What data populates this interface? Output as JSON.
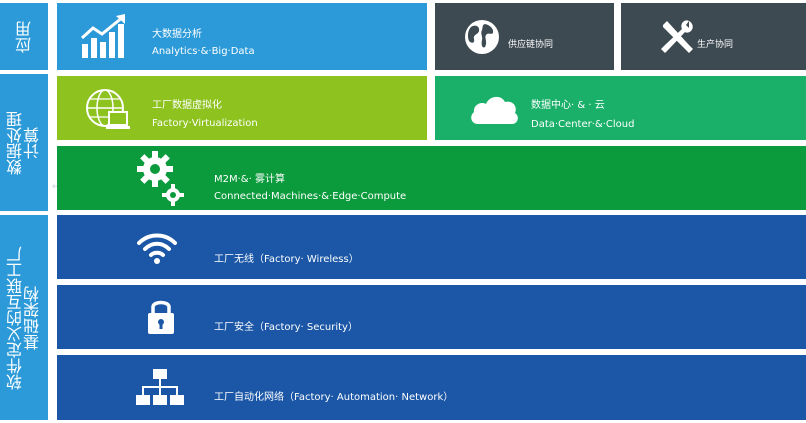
{
  "side_labels": {
    "app": "应用",
    "data": "数据处理\n计算",
    "infra": "软件定义的互联工厂\n基础架构"
  },
  "tiles": {
    "analytics": {
      "cn": "大数据分析",
      "en": "Analytics·&·Big·Data",
      "icon": "chart-up-icon"
    },
    "supply": {
      "cn": "供应链协同",
      "icon": "globe-icon"
    },
    "production": {
      "cn": "生产协同",
      "icon": "tools-icon"
    },
    "virtualization": {
      "cn": "工厂数据虚拟化",
      "en": "Factory·Virtualization",
      "icon": "globe-monitor-icon"
    },
    "datacenter": {
      "cn": "数据中心· & · 云",
      "en": "Data·Center·&·Cloud",
      "icon": "cloud-icon"
    },
    "m2m": {
      "cn": "M2M·&· 雾计算",
      "en": "Connected·Machines·&·Edge·Compute",
      "icon": "gears-icon"
    },
    "wireless": {
      "text": "工厂无线（Factory· Wireless）",
      "icon": "wifi-icon"
    },
    "security": {
      "text": "工厂安全（Factory· Security）",
      "icon": "padlock-icon"
    },
    "network": {
      "text": "工厂自动化网络（Factory· Automation· Network）",
      "icon": "network-icon"
    }
  },
  "colors": {
    "side_blue": "#2c9ad8",
    "tile_blue": "#2c9ad8",
    "dark_slate": "#3d4a52",
    "lime": "#8dc21f",
    "teal_green": "#1ab06a",
    "green": "#0b9a3c",
    "navy": "#1b57a6"
  }
}
